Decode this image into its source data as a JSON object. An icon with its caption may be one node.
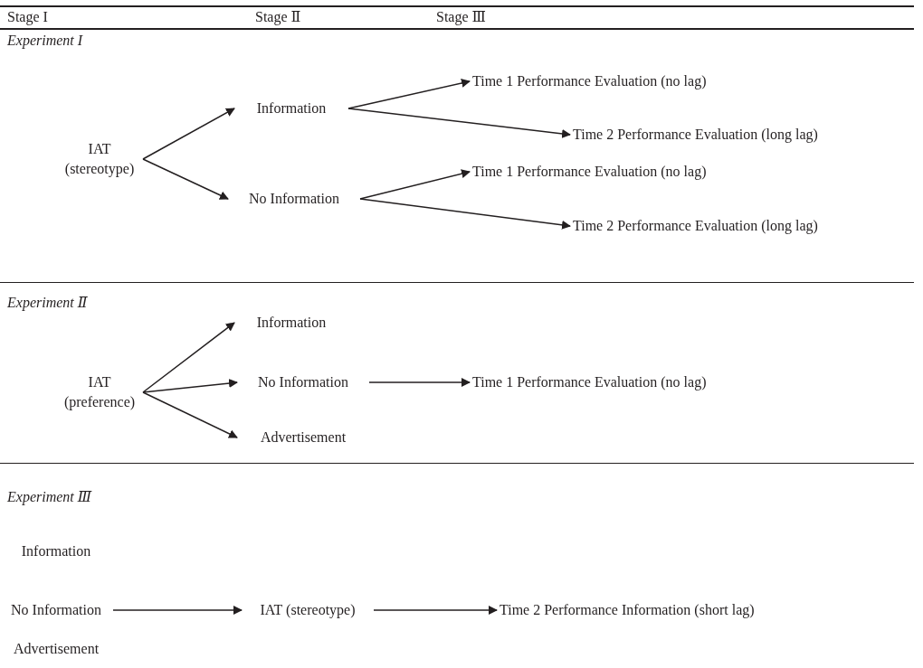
{
  "diagram": {
    "nodes": [
      {
        "text": [
          "IAT (stereotype)"
        ]
      },
      {
        "text": [
          "Information"
        ]
      },
      {
        "text": [
          "No Information"
        ]
      },
      {
        "text": [
          "Time 1 Performance Evaluation (no lag)"
        ]
      },
      {
        "text": [
          "Time 2 Performance Evaluation (long lag)"
        ]
      },
      {
        "text": [
          "Time 1 Performance Evaluation (no lag)"
        ]
      },
      {
        "text": [
          "Time 2 Performance Evaluation (long lag)"
        ]
      },
      {
        "text": [
          "IAT (preference)"
        ]
      },
      {
        "text": [
          "Information"
        ]
      },
      {
        "text": [
          "No Information"
        ]
      },
      {
        "text": [
          "Advertisement"
        ]
      },
      {
        "text": [
          "Time 1 Performance Evaluation (no lag)"
        ]
      },
      {
        "text": [
          "Information"
        ]
      },
      {
        "text": [
          "No Information"
        ]
      },
      {
        "text": [
          "Advertisement"
        ]
      },
      {
        "text": [
          "IAT (stereotype)"
        ]
      },
      {
        "text": [
          "Time 2 Performance Information (short lag)"
        ]
      }
    ],
    "edges": [
      {
        "from": 0,
        "to": 1,
        "arrow": "to"
      },
      {
        "from": 0,
        "to": 2,
        "arrow": "to"
      },
      {
        "from": 1,
        "to": 3,
        "arrow": "to"
      },
      {
        "from": 1,
        "to": 4,
        "arrow": "to"
      },
      {
        "from": 2,
        "to": 5,
        "arrow": "to"
      },
      {
        "from": 2,
        "to": 6,
        "arrow": "to"
      },
      {
        "from": 7,
        "to": 8,
        "arrow": "to"
      },
      {
        "from": 7,
        "to": 9,
        "arrow": "to"
      },
      {
        "from": 7,
        "to": 10,
        "arrow": "to"
      },
      {
        "from": 9,
        "to": 11,
        "arrow": "to"
      },
      {
        "from": 13,
        "to": 15,
        "arrow": "to"
      },
      {
        "from": 15,
        "to": 16,
        "arrow": "to"
      }
    ],
    "labels": [
      "Stage I",
      "Stage Ⅱ",
      "Stage Ⅲ",
      "Experiment I",
      "Experiment Ⅱ",
      "Experiment Ⅲ"
    ]
  }
}
